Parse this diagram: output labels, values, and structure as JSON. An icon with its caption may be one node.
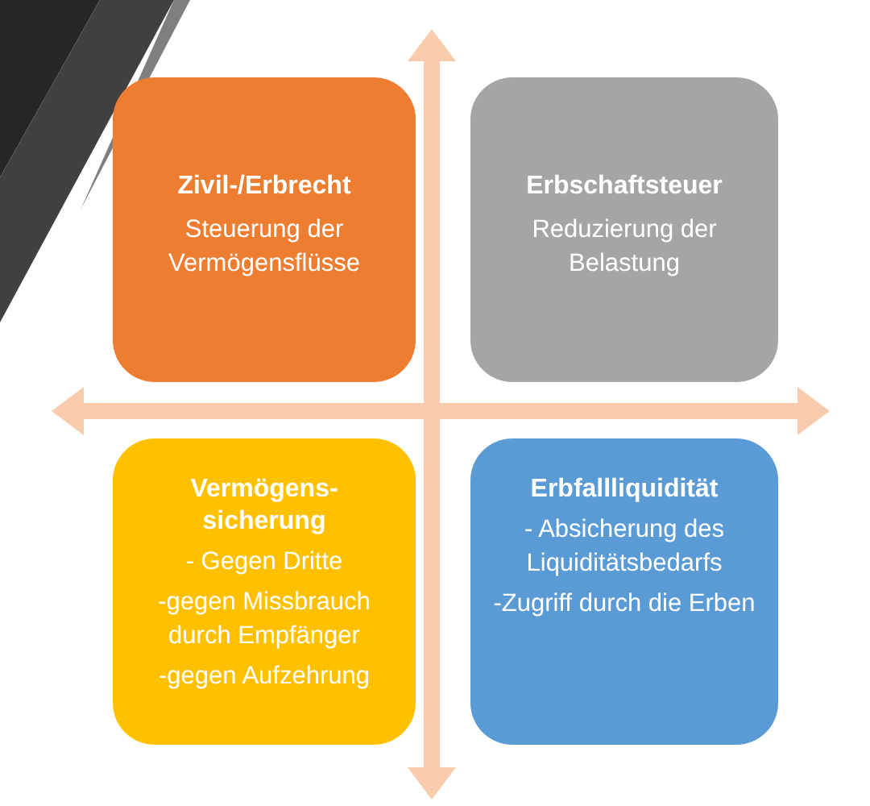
{
  "diagram": {
    "nodes": [
      {
        "text": [
          "Zivil-/Erbrecht",
          "Steuerung der Vermögensflüsse"
        ]
      },
      {
        "text": [
          "Erbschaftsteuer",
          "Reduzierung der Belastung"
        ]
      },
      {
        "text": [
          "Vermögens- sicherung",
          "- Gegen Dritte",
          "-gegen Missbrauch durch Empfänger",
          "-gegen Aufzehrung"
        ]
      },
      {
        "text": [
          "Erbfallliquidität",
          "- Absicherung des Liquiditätsbedarfs",
          "-Zugriff durch die Erben"
        ]
      }
    ]
  }
}
